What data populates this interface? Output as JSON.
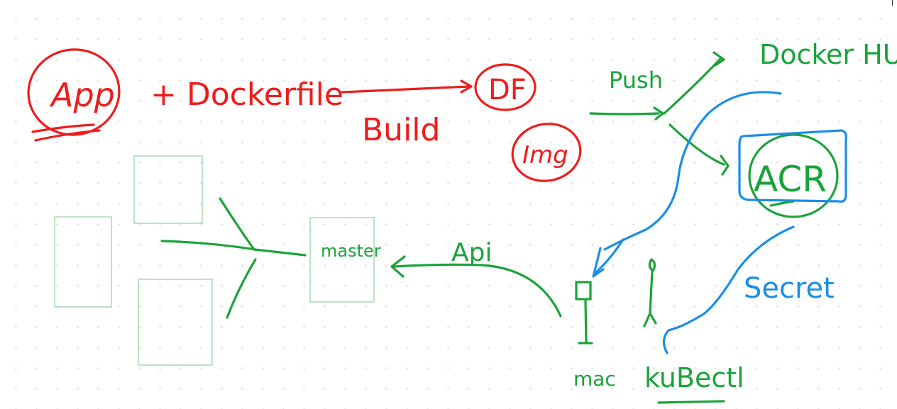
{
  "colors": {
    "red_ink": "#ee1c1c",
    "green_ink": "#1aa33b",
    "blue_ink": "#1a8ee6",
    "box_outline": "#8fd39b",
    "grid_dot": "#d4d4d4"
  },
  "labels": {
    "app": "App",
    "dockerfile": "+ Dockerfile",
    "build": "Build",
    "df": "DF",
    "img": "Img",
    "push": "Push",
    "docker_hub": "Docker HUB",
    "acr": "ACR",
    "secret": "Secret",
    "mac": "mac",
    "kubectl": "kuBectl",
    "api": "Api",
    "master": "master"
  }
}
